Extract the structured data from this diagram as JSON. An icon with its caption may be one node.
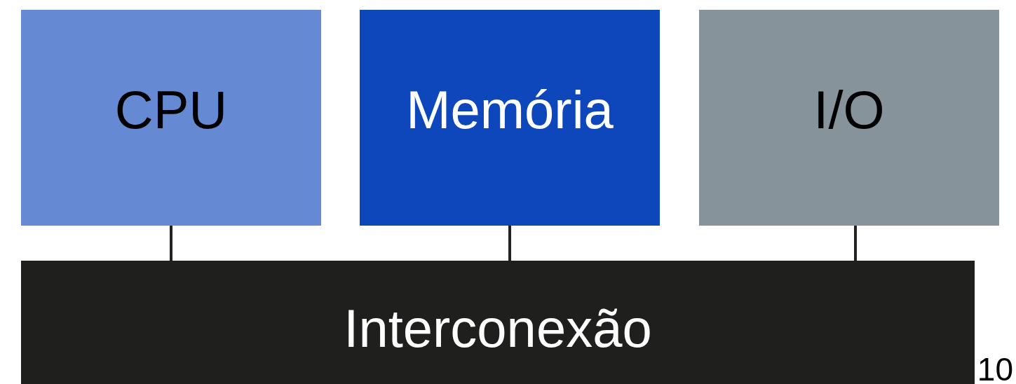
{
  "diagram": {
    "nodes": [
      {
        "text": [
          "CPU"
        ]
      },
      {
        "text": [
          "Memória"
        ]
      },
      {
        "text": [
          "I/O"
        ]
      },
      {
        "text": [
          "Interconexão"
        ]
      }
    ],
    "edges": [
      {
        "from": 0,
        "to": 3,
        "arrow": "none"
      },
      {
        "from": 1,
        "to": 3,
        "arrow": "none"
      },
      {
        "from": 2,
        "to": 3,
        "arrow": "none"
      }
    ],
    "labels": [
      "10"
    ]
  }
}
